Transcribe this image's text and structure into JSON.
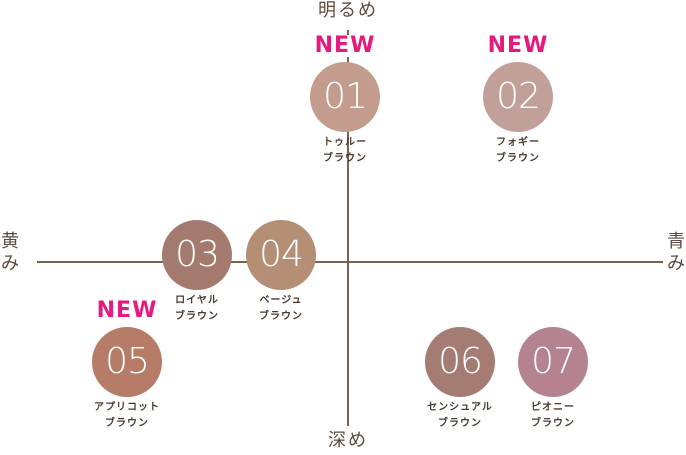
{
  "axes": {
    "top": "明るめ",
    "bottom": "深め",
    "left": "黄み",
    "right": "青み"
  },
  "badge_label": "NEW",
  "shades": [
    {
      "number": "01",
      "name_line1": "トゥルー",
      "name_line2": "ブラウン",
      "color": "#c39c8e",
      "is_new": true
    },
    {
      "number": "02",
      "name_line1": "フォギー",
      "name_line2": "ブラウン",
      "color": "#c2a09a",
      "is_new": true
    },
    {
      "number": "03",
      "name_line1": "ロイヤル",
      "name_line2": "ブラウン",
      "color": "#a57a6e",
      "is_new": false
    },
    {
      "number": "04",
      "name_line1": "ベージュ",
      "name_line2": "ブラウン",
      "color": "#b48f76",
      "is_new": false
    },
    {
      "number": "05",
      "name_line1": "アプリコット",
      "name_line2": "ブラウン",
      "color": "#b67c68",
      "is_new": true
    },
    {
      "number": "06",
      "name_line1": "センシュアル",
      "name_line2": "ブラウン",
      "color": "#a47c74",
      "is_new": false
    },
    {
      "number": "07",
      "name_line1": "ピオニー",
      "name_line2": "ブラウン",
      "color": "#b58390",
      "is_new": false
    }
  ]
}
